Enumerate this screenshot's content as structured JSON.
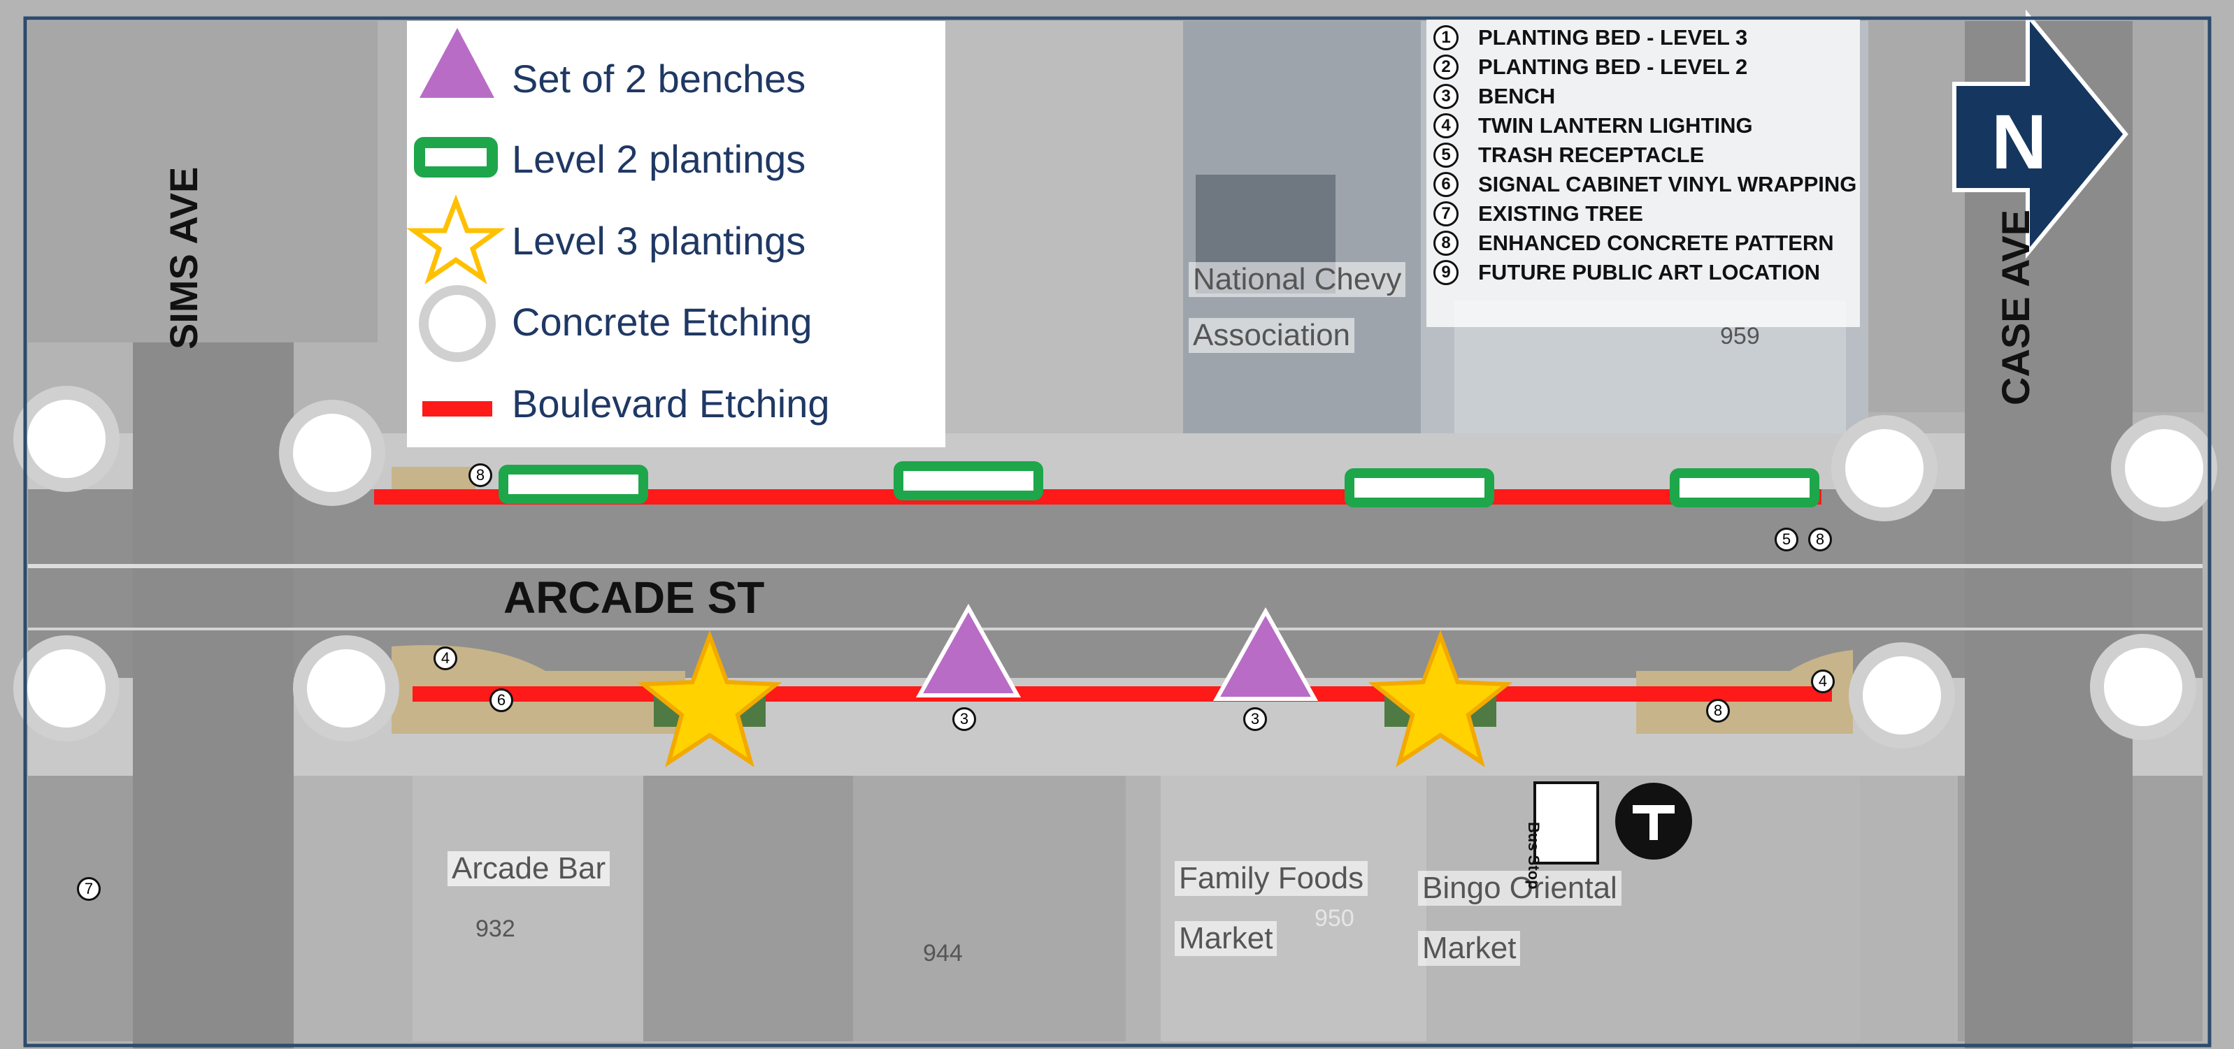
{
  "colors": {
    "road": "#8f8f8f",
    "sidewalk": "#c9c9c9",
    "planting_bed": "#c8b48a",
    "boulevard_etching": "#ff1a1a",
    "level2": "#1ea64b",
    "level3": "#ffd200",
    "benches": "#b86cc6",
    "etching_circle": "#d0d0d0",
    "north_arrow": "#15365f",
    "legend_text": "#1f3864",
    "frame": "#2d4b6e"
  },
  "legend": {
    "items": [
      {
        "symbol": "triangle-icon",
        "label": "Set of 2 benches"
      },
      {
        "symbol": "rect-outline-icon",
        "label": "Level 2 plantings"
      },
      {
        "symbol": "star-outline-icon",
        "label": "Level 3 plantings"
      },
      {
        "symbol": "ring-icon",
        "label": "Concrete Etching"
      },
      {
        "symbol": "line-icon",
        "label": "Boulevard Etching"
      }
    ]
  },
  "key_list": [
    {
      "num": "1",
      "text": "PLANTING BED - LEVEL 3"
    },
    {
      "num": "2",
      "text": "PLANTING BED - LEVEL 2"
    },
    {
      "num": "3",
      "text": "BENCH"
    },
    {
      "num": "4",
      "text": "TWIN LANTERN LIGHTING"
    },
    {
      "num": "5",
      "text": "TRASH RECEPTACLE"
    },
    {
      "num": "6",
      "text": "SIGNAL CABINET VINYL WRAPPING"
    },
    {
      "num": "7",
      "text": "EXISTING TREE"
    },
    {
      "num": "8",
      "text": "ENHANCED CONCRETE PATTERN"
    },
    {
      "num": "9",
      "text": "FUTURE PUBLIC ART LOCATION"
    }
  ],
  "streets": {
    "arcade": "ARCADE ST",
    "sims": "SIMS AVE",
    "case": "CASE AVE"
  },
  "north": "N",
  "buildings": {
    "national_chevy_1": "National Chevy",
    "national_chevy_2": "Association",
    "num_959": "959",
    "arcade_bar": "Arcade Bar",
    "num_932": "932",
    "num_944": "944",
    "family_foods_1": "Family Foods",
    "family_foods_2": "Market",
    "num_950": "950",
    "bingo_1": "Bingo Oriental",
    "bingo_2": "Market"
  },
  "callouts": {
    "c8a": "8",
    "c6a": "6",
    "c4a": "4",
    "c3a": "3",
    "c3b": "3",
    "c4b": "4",
    "c8b": "8",
    "c7": "7",
    "c5": "5",
    "c8c": "8",
    "bus_stop": "Bus Stop",
    "transit": "T"
  }
}
